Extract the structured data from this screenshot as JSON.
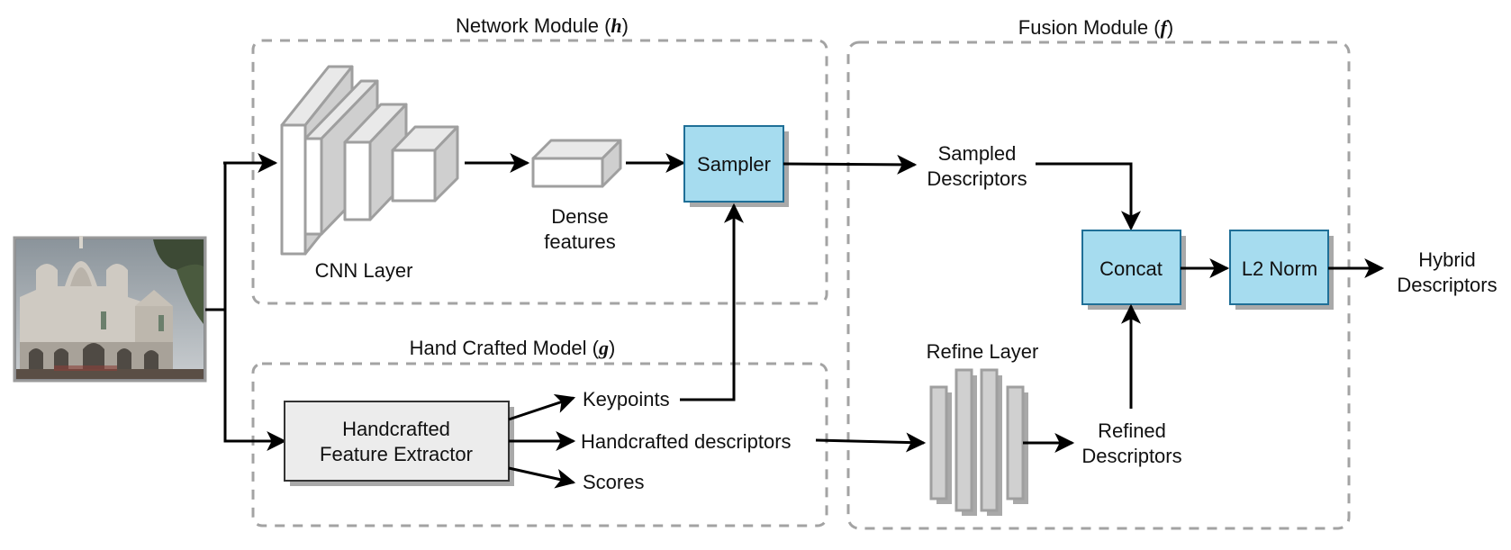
{
  "modules": {
    "network": {
      "label": "Network Module (",
      "symbol": "h",
      "close": ")"
    },
    "handcrafted": {
      "label": "Hand Crafted Model (",
      "symbol": "g",
      "close": ")"
    },
    "fusion": {
      "label": "Fusion Module (",
      "symbol": "f",
      "close": ")"
    }
  },
  "nodes": {
    "cnn_layer": "CNN Layer",
    "dense_features": [
      "Dense",
      "features"
    ],
    "sampler": "Sampler",
    "sampled_descriptors": [
      "Sampled",
      "Descriptors"
    ],
    "concat": "Concat",
    "l2_norm": "L2 Norm",
    "hybrid_descriptors": [
      "Hybrid",
      "Descriptors"
    ],
    "extractor": [
      "Handcrafted",
      "Feature Extractor"
    ],
    "keypoints": "Keypoints",
    "handcrafted_descriptors": "Handcrafted descriptors",
    "scores": "Scores",
    "refine_layer": "Refine Layer",
    "refined_descriptors": [
      "Refined",
      "Descriptors"
    ]
  },
  "colors": {
    "block_fill": "#a6dcef",
    "block_stroke": "#1f6f97",
    "dashed_border": "#a3a3a3",
    "layer_fill": "#d0d0d0"
  }
}
